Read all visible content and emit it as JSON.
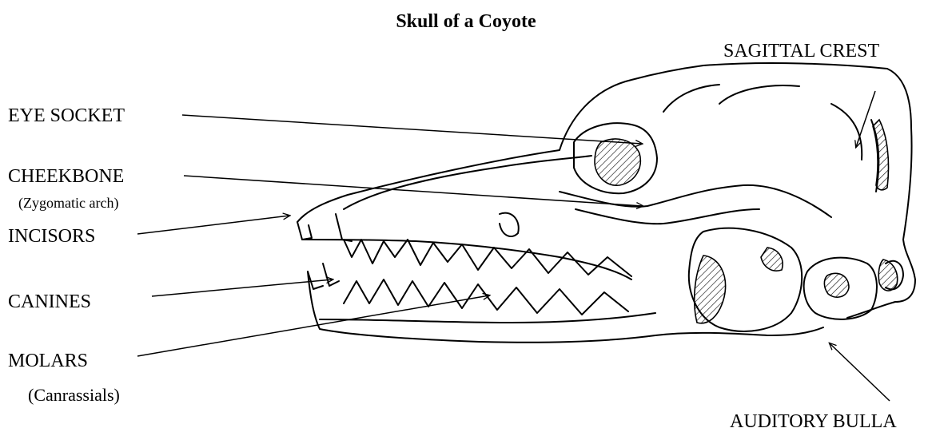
{
  "title": "Skull of a Coyote",
  "labels": {
    "sagittal_crest": "SAGITTAL CREST",
    "eye_socket": "EYE SOCKET",
    "cheekbone": "CHEEKBONE",
    "cheekbone_sub": "(Zygomatic arch)",
    "incisors": "INCISORS",
    "canines": "CANINES",
    "molars": "MOLARS",
    "molars_sub": "(Canrassials)",
    "auditory_bulla": "AUDITORY BULLA"
  },
  "colors": {
    "ink": "#000000",
    "background": "#ffffff"
  }
}
